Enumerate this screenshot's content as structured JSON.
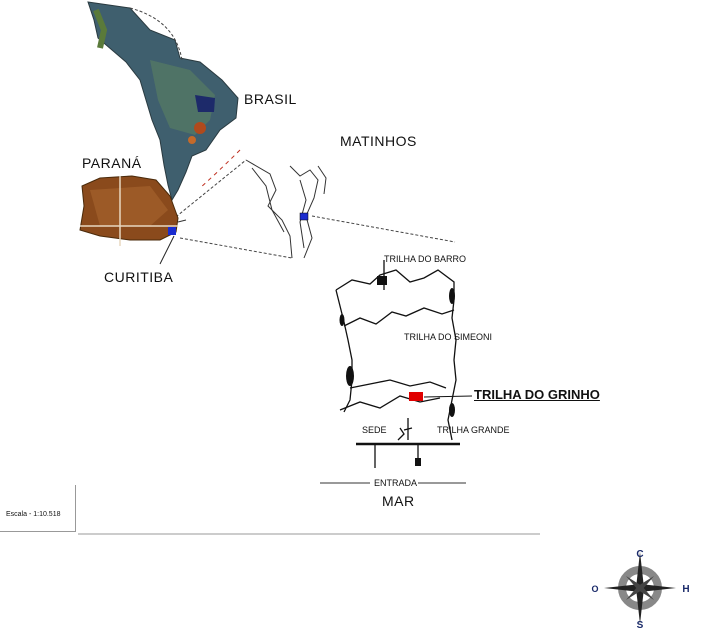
{
  "labels": {
    "brasil": "BRASIL",
    "parana": "PARANÁ",
    "matinhos": "MATINHOS",
    "curitiba": "CURITIBA",
    "trilha_barro": "TRILHA DO BARRO",
    "trilha_simeoni": "TRILHA DO SIMEONI",
    "trilha_grinho": "TRILHA DO GRINHO",
    "sede": "SEDE",
    "trilha_grande": "TRILHA GRANDE",
    "entrada": "ENTRADA",
    "mar": "MAR"
  },
  "scale": {
    "text": "Escala - 1:10.518"
  },
  "compass": {
    "north": "C",
    "south": "S",
    "east": "H",
    "west": "O"
  },
  "colors": {
    "continent": "#3f5f6e",
    "parana": "#8a4a1c",
    "locator_blue": "#1a2ccf",
    "trail_marker_red": "#e00000"
  }
}
